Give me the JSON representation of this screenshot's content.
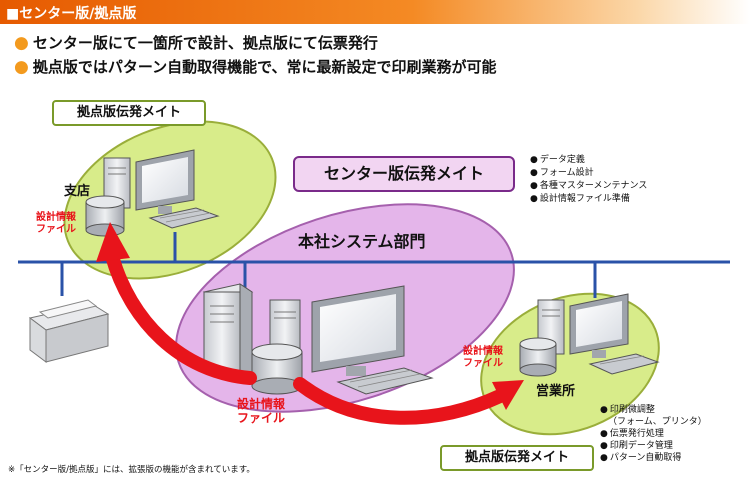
{
  "header": {
    "title": "■センター版/拠点版",
    "color": "#e65a00"
  },
  "bullets": [
    "センター版にて一箇所で設計、拠点版にて伝票発行",
    "拠点版ではパターン自動取得機能で、常に最新設定で印刷業務が可能"
  ],
  "nodes": {
    "branch": {
      "label": "拠点版伝発メイト",
      "location": "支店",
      "file_label_1": "設計情報",
      "file_label_2": "ファイル"
    },
    "center": {
      "label": "センター版伝発メイト",
      "location": "本社システム部門",
      "file_label_1": "設計情報",
      "file_label_2": "ファイル",
      "functions": [
        "データ定義",
        "フォーム設計",
        "各種マスターメンテナンス",
        "設計情報ファイル準備"
      ]
    },
    "sales": {
      "label": "拠点版伝発メイト",
      "location": "営業所",
      "file_label_1": "設計情報",
      "file_label_2": "ファイル",
      "functions": [
        "印刷微調整",
        "（フォーム、プリンタ）",
        "伝票発行処理",
        "印刷データ管理",
        "パターン自動取得"
      ]
    }
  },
  "footnote": "※「センター版/拠点版」には、拡張版の機能が含まれています。",
  "colors": {
    "bullet": "#f39a1e",
    "branch_ellipse": "#d8ec8a",
    "center_ellipse": "#e4b5ea",
    "network": "#2a52a8",
    "arrow": "#e8141b",
    "file_label": "#e8141b"
  },
  "icons": [
    "computer-icon",
    "tower-pc-icon",
    "monitor-icon",
    "keyboard-icon",
    "database-icon",
    "printer-icon",
    "arrow-icon"
  ]
}
